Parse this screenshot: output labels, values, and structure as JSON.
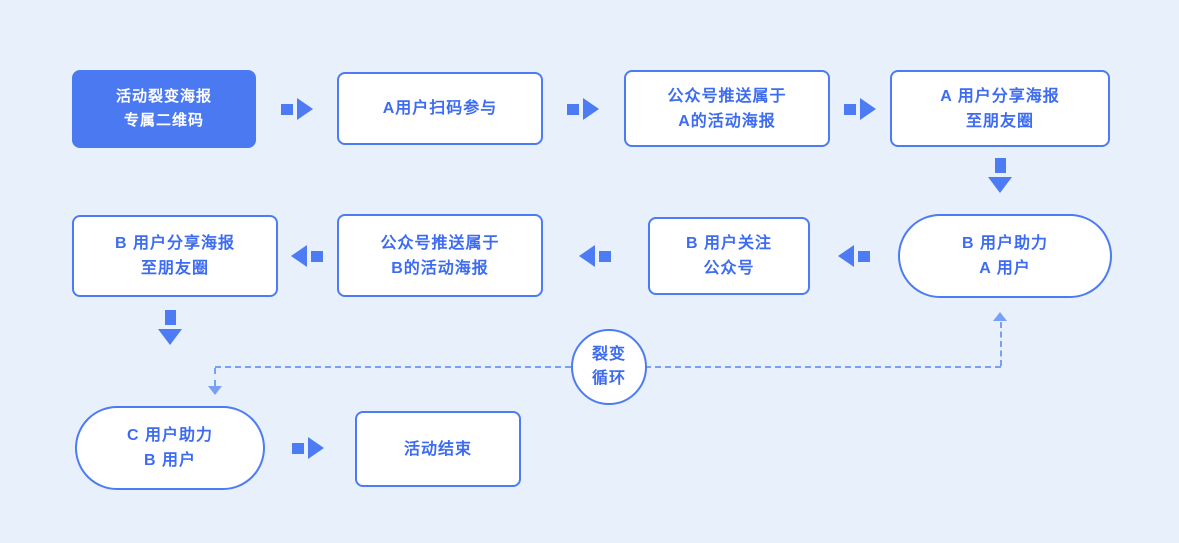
{
  "colors": {
    "background": "#e8f0fc",
    "accent": "#4c7bf3",
    "filled_node": "#4a79f1",
    "node_text": "#3d6cf2",
    "dashed_line": "#79a0f7"
  },
  "nodes": {
    "qr": {
      "line1": "活动裂变海报",
      "line2": "专属二维码"
    },
    "scan_a": {
      "line1": "A用户扫码参与"
    },
    "push_a": {
      "line1": "公众号推送属于",
      "line2": "A的活动海报"
    },
    "share_a": {
      "line1": "A 用户分享海报",
      "line2": "至朋友圈"
    },
    "help_b": {
      "line1": "B 用户助力",
      "line2": "A 用户"
    },
    "follow_b": {
      "line1": "B 用户关注",
      "line2": "公众号"
    },
    "push_b": {
      "line1": "公众号推送属于",
      "line2": "B的活动海报"
    },
    "share_b": {
      "line1": "B 用户分享海报",
      "line2": "至朋友圈"
    },
    "help_c": {
      "line1": "C 用户助力",
      "line2": "B 用户"
    },
    "end": {
      "line1": "活动结束"
    },
    "loop": {
      "line1": "裂变",
      "line2": "循环"
    }
  },
  "edges": [
    {
      "from": "qr",
      "to": "scan_a",
      "style": "solid"
    },
    {
      "from": "scan_a",
      "to": "push_a",
      "style": "solid"
    },
    {
      "from": "push_a",
      "to": "share_a",
      "style": "solid"
    },
    {
      "from": "share_a",
      "to": "help_b",
      "style": "solid"
    },
    {
      "from": "help_b",
      "to": "follow_b",
      "style": "solid"
    },
    {
      "from": "follow_b",
      "to": "push_b",
      "style": "solid"
    },
    {
      "from": "push_b",
      "to": "share_b",
      "style": "solid"
    },
    {
      "from": "share_b",
      "to": "help_c",
      "style": "solid"
    },
    {
      "from": "help_c",
      "to": "end",
      "style": "solid"
    },
    {
      "from": "help_c",
      "to": "help_b",
      "style": "dashed",
      "label": "裂变循环"
    }
  ]
}
